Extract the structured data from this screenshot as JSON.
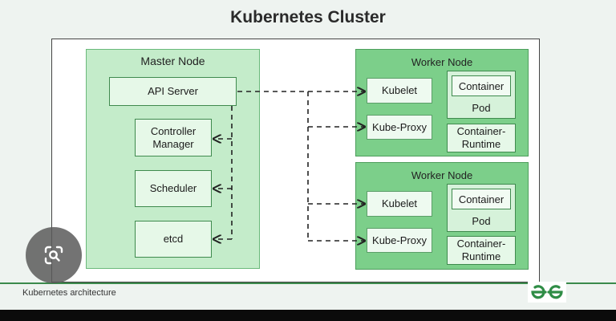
{
  "title": "Kubernetes Cluster",
  "master": {
    "title": "Master Node",
    "components": {
      "api_server": "API Server",
      "controller_manager": "Controller\nManager",
      "scheduler": "Scheduler",
      "etcd": "etcd"
    }
  },
  "workers": [
    {
      "title": "Worker Node",
      "kubelet": "Kubelet",
      "kube_proxy": "Kube-Proxy",
      "container": "Container",
      "pod": "Pod",
      "runtime": "Container-\nRuntime"
    },
    {
      "title": "Worker Node",
      "kubelet": "Kubelet",
      "kube_proxy": "Kube-Proxy",
      "container": "Container",
      "pod": "Pod",
      "runtime": "Container-\nRuntime"
    }
  ],
  "footer": {
    "caption": "Kubernetes architecture",
    "logo_icon": "geeksforgeeks-logo-icon"
  },
  "colors": {
    "master_fill": "#c4ecca",
    "worker_fill": "#7ccf8a",
    "box_border": "#3f8a4e",
    "brand": "#2f8d46"
  }
}
